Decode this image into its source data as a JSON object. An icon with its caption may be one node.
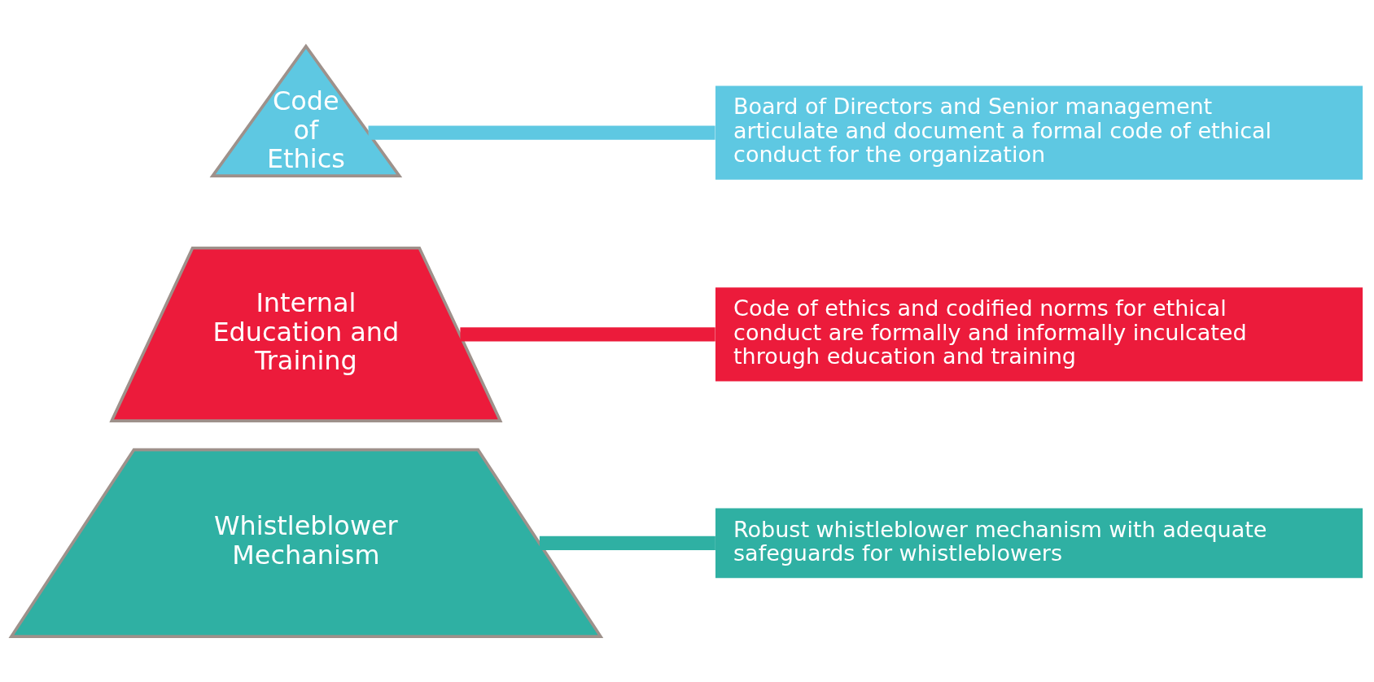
{
  "diagram": {
    "nodes": [
      {
        "text": [
          "Code of Ethics"
        ]
      },
      {
        "text": [
          "Board of Directors and Senior management articulate and document a formal code of ethical conduct for the organization"
        ]
      },
      {
        "text": [
          "Internal Education and Training"
        ]
      },
      {
        "text": [
          "Code of ethics and codified norms for ethical conduct are formally and informally inculcated through education and training"
        ]
      },
      {
        "text": [
          "Whistleblower Mechanism"
        ]
      },
      {
        "text": [
          "Robust whistleblower mechanism with adequate safeguards for whistleblowers"
        ]
      }
    ],
    "edges": [
      {
        "from": 0,
        "to": 1,
        "arrow": "none",
        "color": "#5ec8e2"
      },
      {
        "from": 2,
        "to": 3,
        "arrow": "none",
        "color": "#ec1b3b"
      },
      {
        "from": 4,
        "to": 5,
        "arrow": "none",
        "color": "#2fb0a3"
      }
    ]
  }
}
